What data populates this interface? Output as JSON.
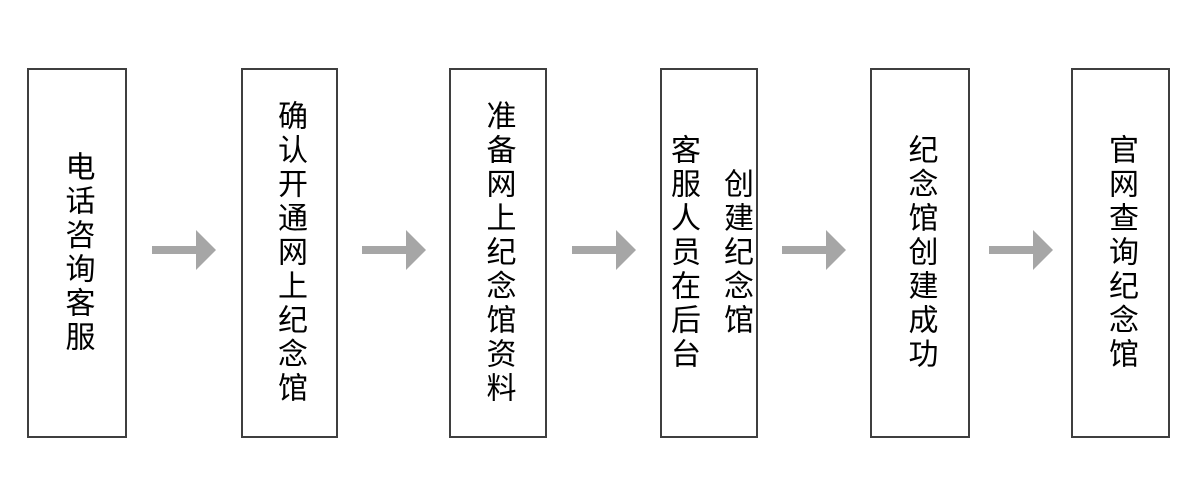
{
  "page": {
    "background": "#ffffff"
  },
  "flowchart": {
    "direction": "left-to-right",
    "steps": [
      {
        "text": "电话咨询客服",
        "lines": [
          "电话咨询客服"
        ]
      },
      {
        "text": "确认开通网上纪念馆",
        "lines": [
          "确认开通网上纪念馆"
        ]
      },
      {
        "text": "准备网上纪念馆资料",
        "lines": [
          "准备网上纪念馆资料"
        ]
      },
      {
        "text": "客服人员在后台创建纪念馆",
        "lines": [
          "客服人员在后台",
          "创建纪念馆"
        ]
      },
      {
        "text": "纪念馆创建成功",
        "lines": [
          "纪念馆创建成功"
        ]
      },
      {
        "text": "官网查询纪念馆",
        "lines": [
          "官网查询纪念馆"
        ]
      }
    ],
    "connector": {
      "icon": "arrow-right-icon",
      "color": "#a6a6a6",
      "count": 5
    },
    "style": {
      "box_border_color": "#3f3f3f",
      "text_color": "#000000",
      "box_background": "#ffffff"
    }
  }
}
